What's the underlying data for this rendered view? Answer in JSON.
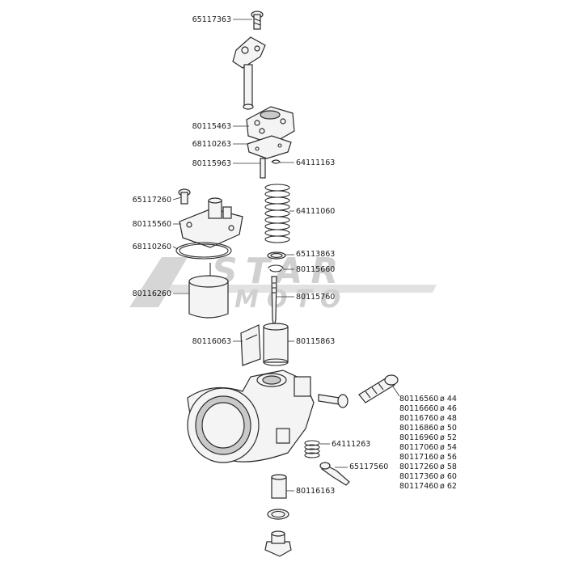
{
  "part_numbers": {
    "p1": "65117363",
    "p2": "80115463",
    "p3": "68110263",
    "p4": "80115963",
    "p5": "64111163",
    "p6": "65117260",
    "p7": "80115560",
    "p8": "68110260",
    "p9": "64111060",
    "p10": "65113863",
    "p11": "80115660",
    "p12": "80116260",
    "p13": "80115760",
    "p14": "80116063",
    "p15": "80115863",
    "p16": "64111263",
    "p17": "65117560",
    "p18": "80116163"
  },
  "jets": [
    {
      "code": "80116560",
      "size": "ø 44"
    },
    {
      "code": "80116660",
      "size": "ø 46"
    },
    {
      "code": "80116760",
      "size": "ø 48"
    },
    {
      "code": "80116860",
      "size": "ø 50"
    },
    {
      "code": "80116960",
      "size": "ø 52"
    },
    {
      "code": "80117060",
      "size": "ø 54"
    },
    {
      "code": "80117160",
      "size": "ø 56"
    },
    {
      "code": "80117260",
      "size": "ø 58"
    },
    {
      "code": "80117360",
      "size": "ø 60"
    },
    {
      "code": "80117460",
      "size": "ø 62"
    }
  ],
  "watermark": {
    "line1": "STAR",
    "line2": "MOTO"
  }
}
